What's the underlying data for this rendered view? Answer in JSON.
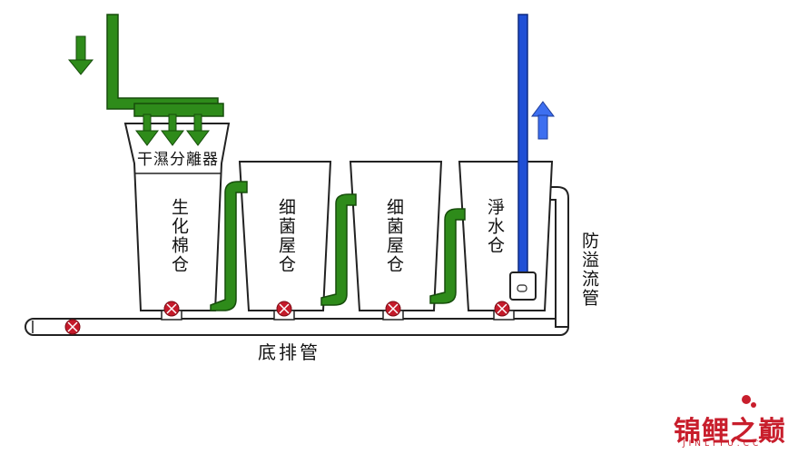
{
  "labels": {
    "separator": "干濕分離器",
    "tank1": "生化棉仓",
    "tank2": "细菌屋仓",
    "tank3": "细菌屋仓",
    "tank4": "淨水仓",
    "overflow": "防溢流管",
    "bottom_drain": "底排管"
  },
  "watermark": {
    "name": "锦鲤之巅",
    "url": "JINLIYU.CC"
  },
  "colors": {
    "green_pipe": "#2e8b1a",
    "blue_pipe": "#1f4fd6",
    "blue_arrow": "#3d6ff0",
    "valve": "#c41a2a",
    "outline": "#222222",
    "watermark": "#c81e2c"
  }
}
